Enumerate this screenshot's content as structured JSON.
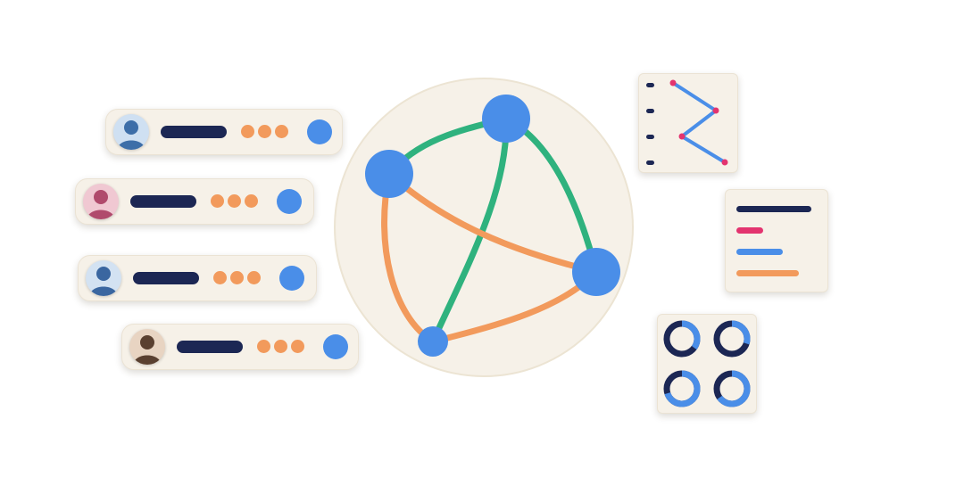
{
  "colors": {
    "navy": "#1c2754",
    "orange": "#f29a5c",
    "blue": "#4a8ee8",
    "green": "#2fb27e",
    "pink": "#e3346f",
    "card_bg": "#f6f1e8"
  },
  "icons": {
    "user_avatar": "person-avatar-icon",
    "status": "status-dot-icon",
    "network": "network-graph-icon",
    "line_chart": "line-chart-icon",
    "bar_list": "bar-list-icon",
    "donut_grid": "donut-chart-icon"
  },
  "users": [
    {
      "avatar_color": "#3d6ea8"
    },
    {
      "avatar_color": "#b04a6c"
    },
    {
      "avatar_color": "#3a66a0"
    },
    {
      "avatar_color": "#5a4030"
    }
  ],
  "donuts": [
    {
      "fraction": 0.35
    },
    {
      "fraction": 0.3
    },
    {
      "fraction": 0.7
    },
    {
      "fraction": 0.65
    }
  ]
}
